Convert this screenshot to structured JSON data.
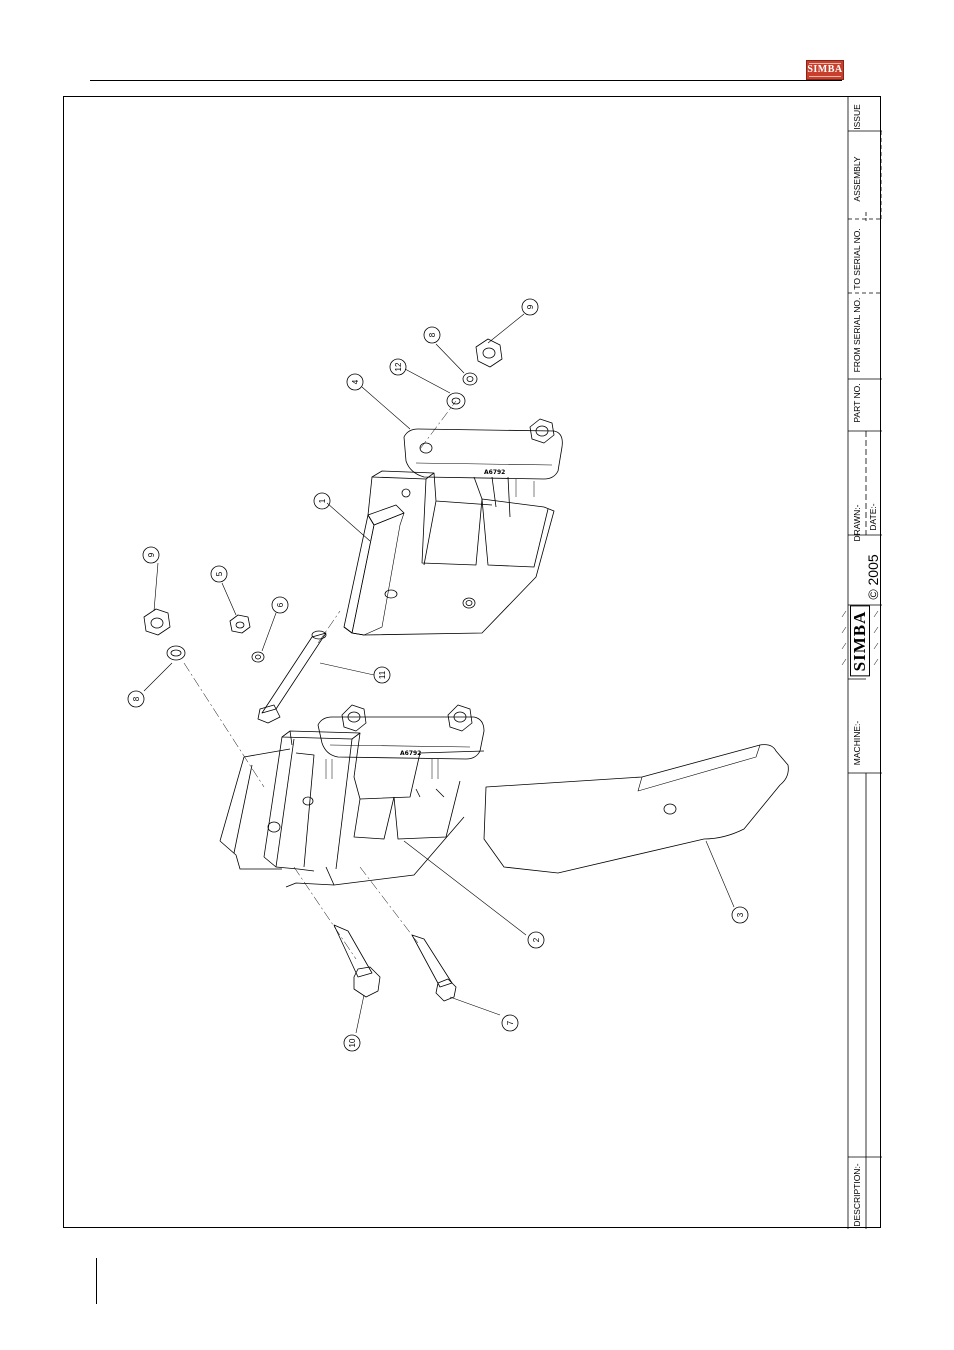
{
  "header": {
    "logo_text": "SIMBA"
  },
  "title_block": {
    "description_label": "DESCRIPTION:-",
    "machine_label": "MACHINE:-",
    "logo_text": "SIMBA",
    "copyright": "© 2005",
    "drawn_label": "DRAWN:-",
    "date_label": "DATE:-",
    "part_no_label": "PART NO.",
    "from_serial_label": "FROM SERIAL NO.",
    "to_serial_label": "TO SERIAL NO.",
    "assembly_label": "ASSEMBLY",
    "issue_label": "ISSUE"
  },
  "drawing": {
    "stamp_text": "A6792",
    "balloons": [
      "1",
      "2",
      "3",
      "4",
      "5",
      "6",
      "7",
      "8",
      "8",
      "9",
      "9",
      "10",
      "11",
      "12"
    ]
  }
}
